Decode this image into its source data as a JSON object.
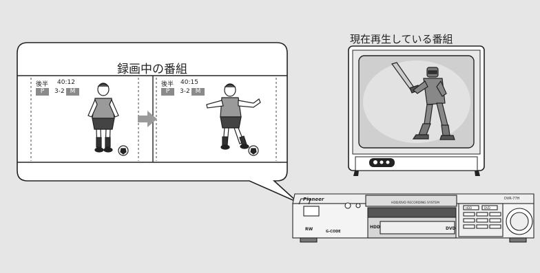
{
  "recording_title": "録画中の番組",
  "playing_title": "現在再生している番組",
  "left_frame": {
    "half": "後半",
    "time": "40:12",
    "p": "P",
    "ch": "3-2",
    "m": "M"
  },
  "right_frame": {
    "half": "後半",
    "time": "40:15",
    "p": "P",
    "ch": "3-2",
    "m": "M"
  },
  "recorder": {
    "brand": "Pioneer",
    "model": "DVR-77H",
    "hdd_label": "HDD/DVD RECORDING SYSTEM",
    "badge_rw": "RW",
    "badge_hdd": "HDD",
    "badge_dvd": "DVD",
    "gcode": "G-CODE",
    "btn_hdd": "HDD",
    "btn_dvd": "DVD"
  },
  "colors": {
    "background": "#e6e6e6",
    "tag": "#8a8a8a",
    "arrow": "#9a9a9a",
    "screen": "#cfcfcf"
  }
}
